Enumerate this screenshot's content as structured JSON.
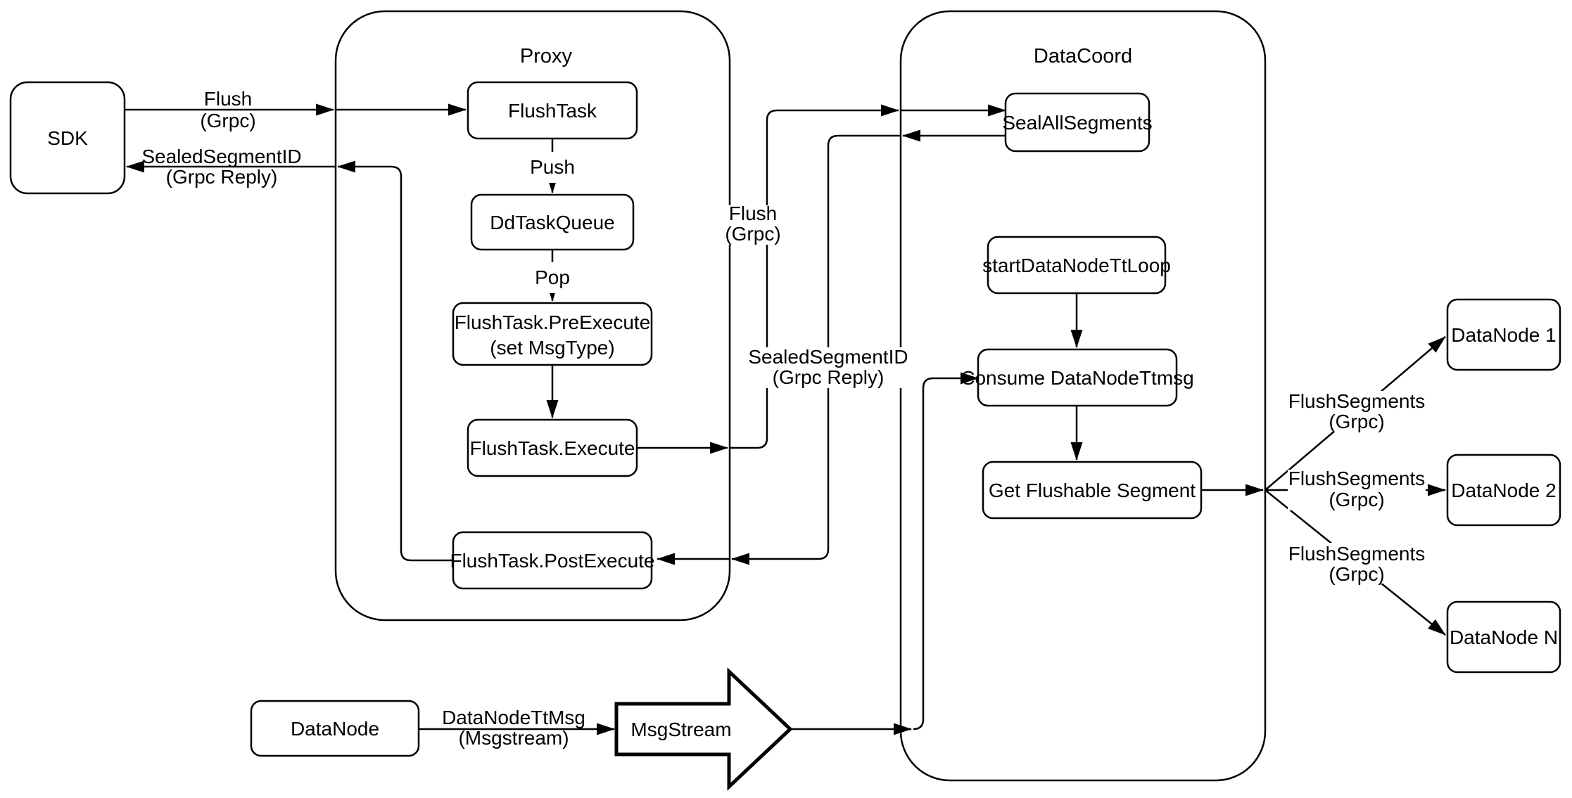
{
  "diagram": {
    "containers": {
      "proxy": "Proxy",
      "datacoord": "DataCoord"
    },
    "nodes": {
      "sdk": "SDK",
      "flush_task": "FlushTask",
      "dd_task_queue": "DdTaskQueue",
      "pre_execute_line1": "FlushTask.PreExecute",
      "pre_execute_line2": "(set MsgType)",
      "execute": "FlushTask.Execute",
      "post_execute": "FlushTask.PostExecute",
      "seal_all_segments": "SealAllSegments",
      "start_datanode_tt_loop": "startDataNodeTtLoop",
      "consume_datanode_ttmsg": "Consume DataNodeTtmsg",
      "get_flushable_segment": "Get Flushable Segment",
      "datanode_1": "DataNode 1",
      "datanode_2": "DataNode 2",
      "datanode_n": "DataNode N",
      "datanode": "DataNode",
      "msgstream": "MsgStream"
    },
    "edge_labels": {
      "flush_sdk_line1": "Flush",
      "flush_sdk_line2": "(Grpc)",
      "sealed_sdk_line1": "SealedSegmentID",
      "sealed_sdk_line2": "(Grpc Reply)",
      "push": "Push",
      "pop": "Pop",
      "flush_datacoord_line1": "Flush",
      "flush_datacoord_line2": "(Grpc)",
      "sealed_datacoord_line1": "SealedSegmentID",
      "sealed_datacoord_line2": "(Grpc Reply)",
      "datanode_ttmsg_line1": "DataNodeTtMsg",
      "datanode_ttmsg_line2": "(Msgstream)",
      "flush_segments_1_line1": "FlushSegments",
      "flush_segments_1_line2": "(Grpc)",
      "flush_segments_2_line1": "FlushSegments",
      "flush_segments_2_line2": "(Grpc)",
      "flush_segments_3_line1": "FlushSegments",
      "flush_segments_3_line2": "(Grpc)"
    },
    "colors": {
      "stroke": "#000000",
      "fill": "#ffffff",
      "background": "#ffffff"
    }
  }
}
